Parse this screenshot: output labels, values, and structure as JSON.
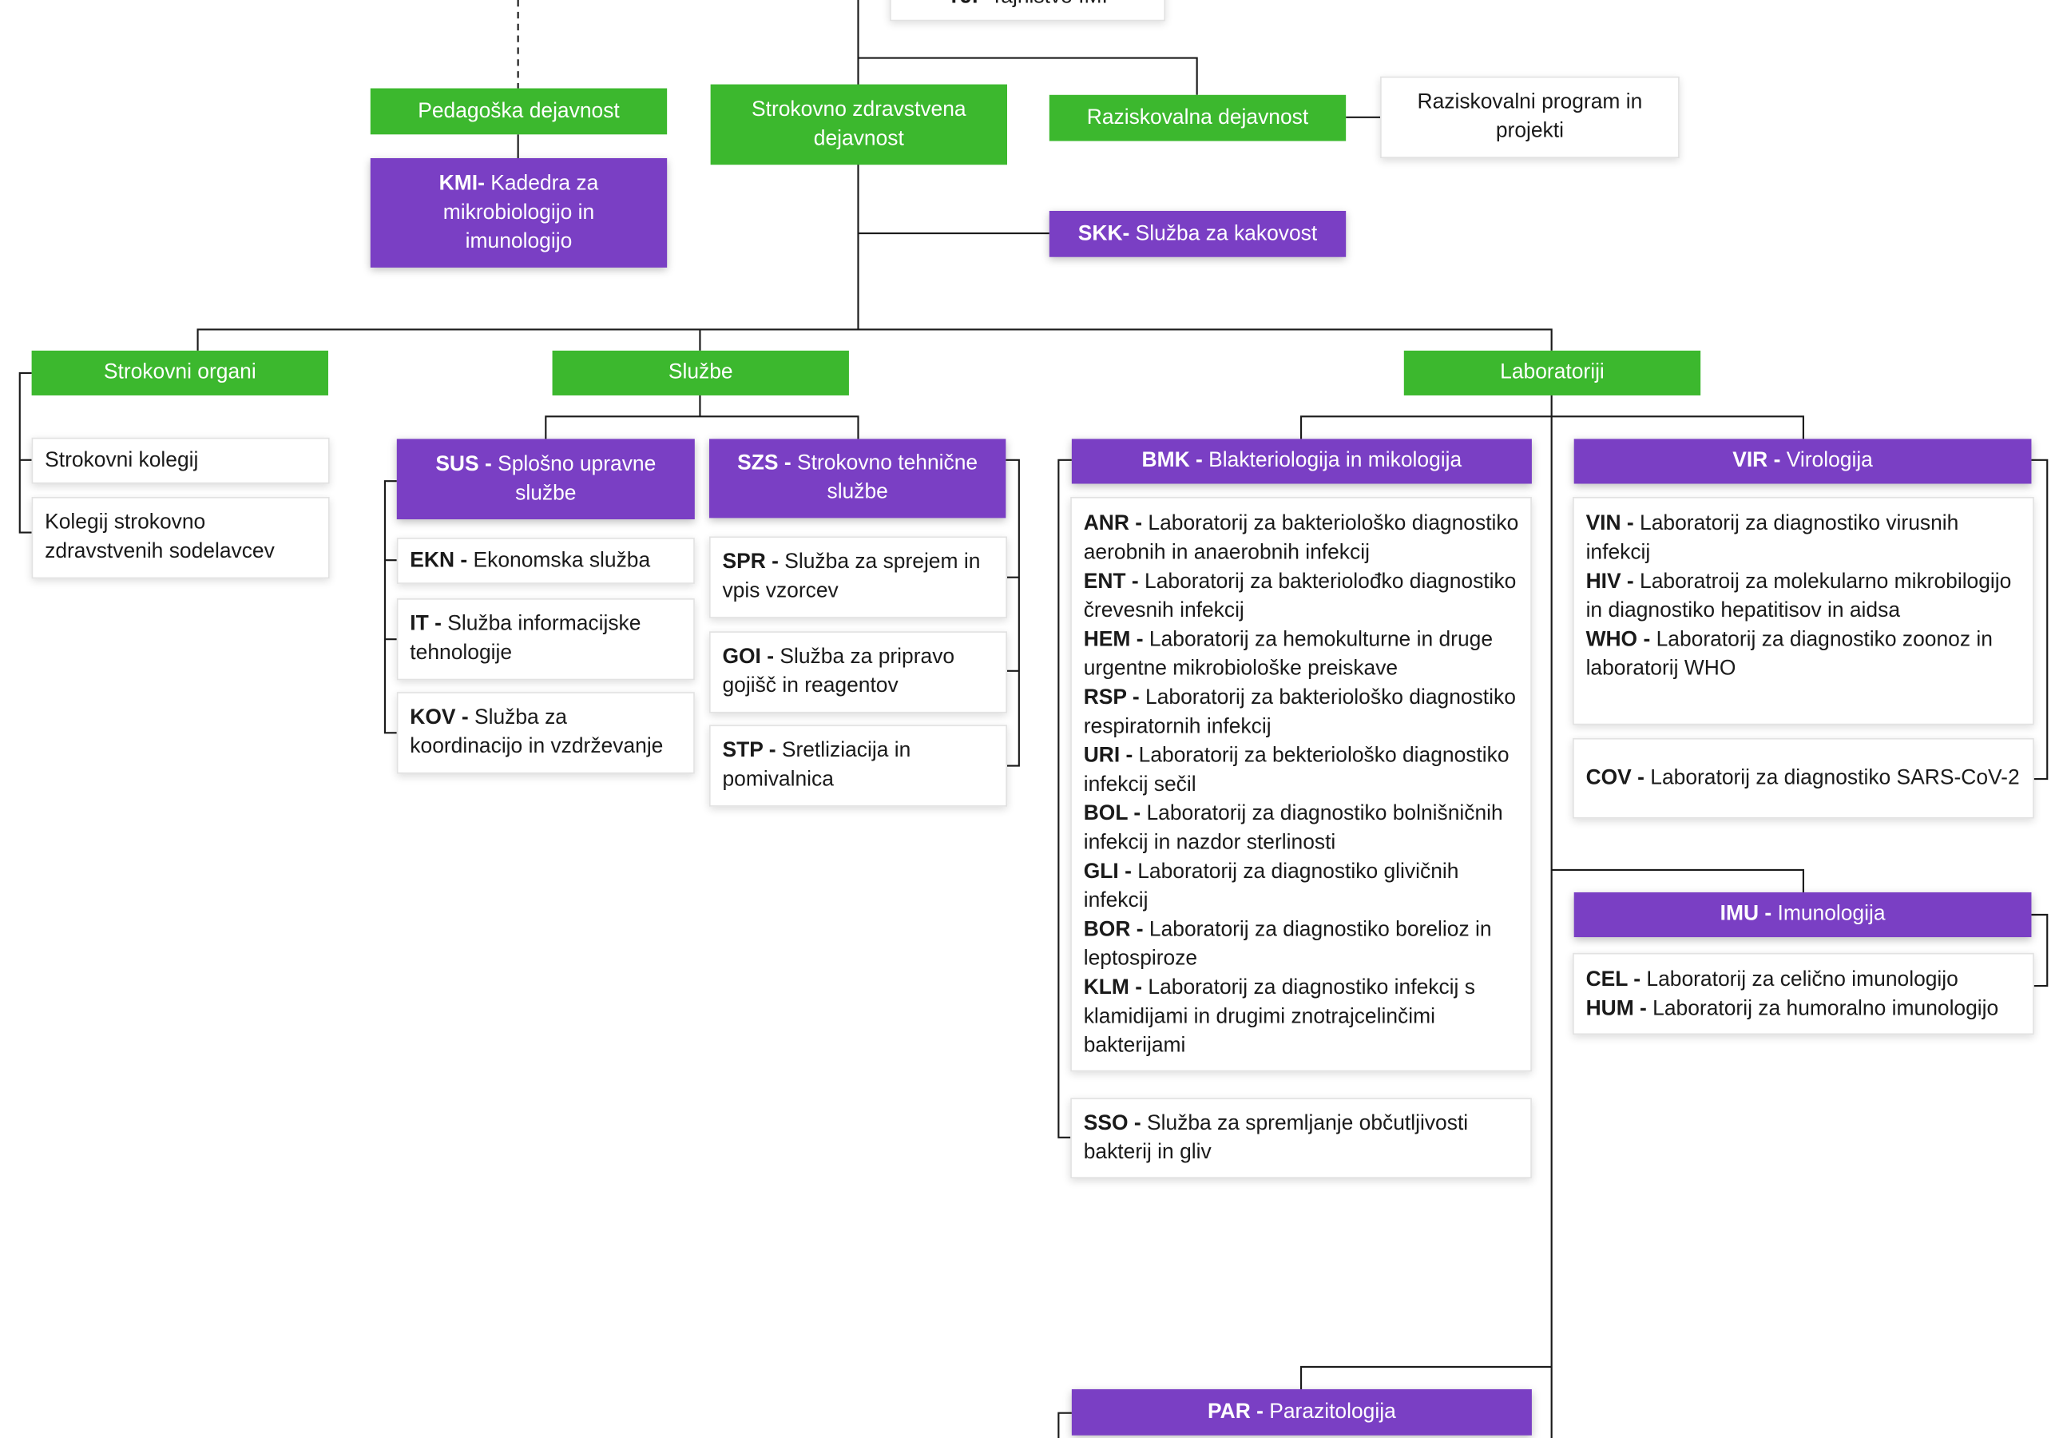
{
  "top": {
    "code": "TJI-",
    "label": " Tajništvo IMI"
  },
  "pedagoska": {
    "label": "Pedagoška dejavnost"
  },
  "kmi": {
    "code": "KMI-",
    "label": " Kadedra za mikrobiologijo in imunologijo"
  },
  "strokovno_zdravstvena": {
    "label": "Strokovno zdravstvena dejavnost"
  },
  "raziskovalna": {
    "label": "Raziskovalna dejavnost"
  },
  "raziskovalni_program": {
    "label": "Raziskovalni program in projekti"
  },
  "skk": {
    "code": "SKK-",
    "label": " Služba za kakovost"
  },
  "strokovni_organi": {
    "label": "Strokovni organi",
    "items": [
      "Strokovni kolegij",
      "Kolegij strokovno zdravstvenih sodelavcev"
    ]
  },
  "sluzbe": {
    "label": "Službe",
    "sus": {
      "code": "SUS - ",
      "label": "Splošno upravne službe",
      "items": [
        {
          "code": "EKN - ",
          "label": "Ekonomska služba"
        },
        {
          "code": "IT - ",
          "label": "Služba informacijske tehnologije"
        },
        {
          "code": "KOV - ",
          "label": "Služba za koordinacijo in vzdrževanje"
        }
      ]
    },
    "szs": {
      "code": "SZS - ",
      "label": "Strokovno tehnične službe",
      "items": [
        {
          "code": "SPR - ",
          "label": "Služba za sprejem in vpis vzorcev"
        },
        {
          "code": "GOI - ",
          "label": "Služba za pripravo gojišč in reagentov"
        },
        {
          "code": "STP - ",
          "label": "Sretliziacija in pomivalnica"
        }
      ]
    }
  },
  "laboratoriji": {
    "label": "Laboratoriji",
    "bmk": {
      "code": "BMK - ",
      "label": "Blakteriologija in mikologija",
      "items": [
        {
          "code": "ANR - ",
          "label": "Laboratorij za bakteriološko diagnostiko aerobnih in anaerobnih infekcij"
        },
        {
          "code": "ENT - ",
          "label": "Laboratorij za bakteriolođko diagnostiko črevesnih infekcij"
        },
        {
          "code": "HEM - ",
          "label": "Laboratorij za hemokulturne in druge urgentne mikrobiološke preiskave"
        },
        {
          "code": "RSP - ",
          "label": "Laboratorij za bakteriološko diagnostiko respiratornih infekcij"
        },
        {
          "code": "URI - ",
          "label": "Laboratorij za bekteriološko diagnostiko infekcij sečil"
        },
        {
          "code": "BOL - ",
          "label": "Laboratorij za diagnostiko bolnišničnih infekcij in nazdor sterlinosti"
        },
        {
          "code": "GLI - ",
          "label": "Laboratorij za diagnostiko glivičnih infekcij"
        },
        {
          "code": "BOR - ",
          "label": "Laboratorij za diagnostiko borelioz in leptospiroze"
        },
        {
          "code": "KLM - ",
          "label": "Laboratorij za diagnostiko infekcij s klamidijami in drugimi znotrajcelinčimi bakterijami"
        }
      ],
      "sso": {
        "code": "SSO - ",
        "label": "Služba za spremljanje občutljivosti bakterij in gliv"
      }
    },
    "vir": {
      "code": "VIR - ",
      "label": "Virologija",
      "items": [
        {
          "code": "VIN - ",
          "label": "Laboratorij za diagnostiko virusnih infekcij"
        },
        {
          "code": "HIV - ",
          "label": "Laboratroij za molekularno mikrobilogijo in diagnostiko hepatitisov in aidsa"
        },
        {
          "code": "WHO - ",
          "label": "Laboratorij za diagnostiko zoonoz in laboratorij WHO"
        }
      ],
      "cov": {
        "code": "COV - ",
        "label": "Laboratorij za diagnostiko SARS-CoV-2"
      }
    },
    "imu": {
      "code": "IMU - ",
      "label": "Imunologija",
      "items": [
        {
          "code": "CEL - ",
          "label": "Laboratorij za celično imunologijo"
        },
        {
          "code": "HUM - ",
          "label": "Laboratorij za humoralno imunologijo"
        }
      ]
    },
    "par": {
      "code": "PAR - ",
      "label": "Parazitologija"
    }
  },
  "colors": {
    "green": "#3cb82e",
    "purple": "#7a3fc4",
    "line": "#1a1a1a"
  }
}
